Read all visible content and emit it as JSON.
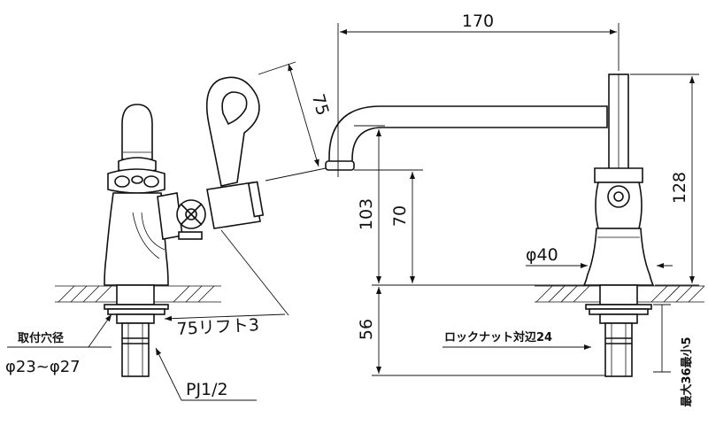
{
  "labels": {
    "width_170": "170",
    "lever_75": "75",
    "height_103": "103",
    "height_70": "70",
    "height_56": "56",
    "height_128": "128",
    "dia_40": "φ40",
    "lift": "75リフト3",
    "hole_title": "取付穴径",
    "hole_range": "φ23~φ27",
    "thread": "PJ1/2",
    "locknut": "ロックナット対辺24",
    "max_min": "最大36最小5"
  }
}
